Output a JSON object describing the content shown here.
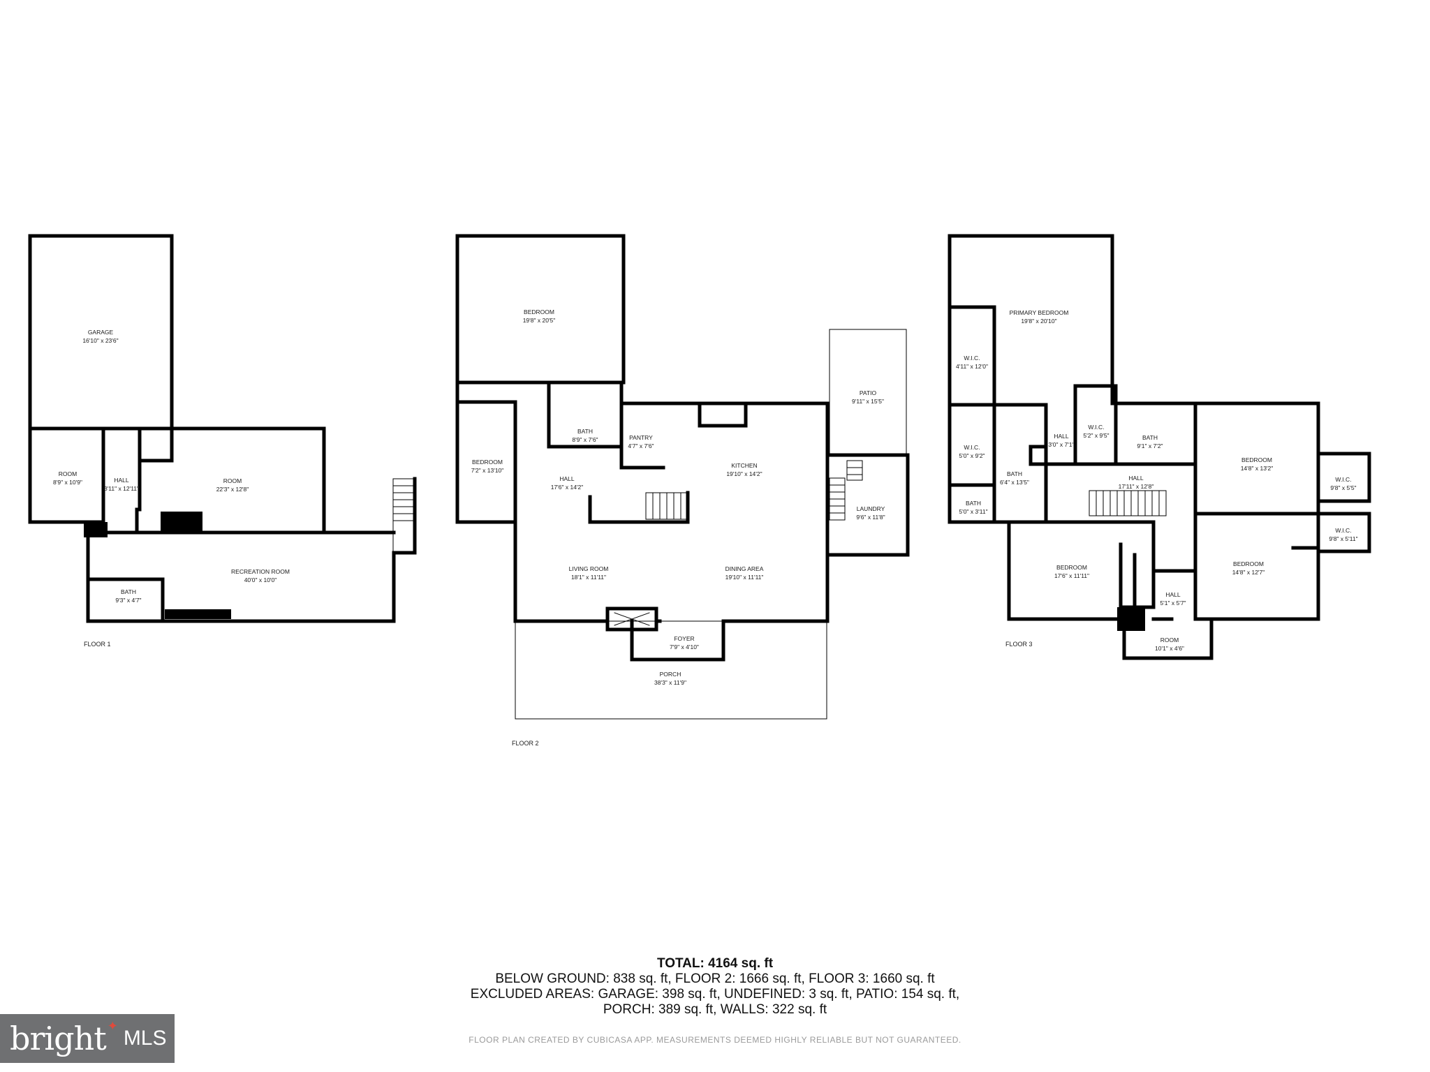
{
  "floors": [
    {
      "label": "FLOOR 1",
      "rooms": [
        {
          "name": "GARAGE",
          "dims": "16'10\" x 23'6\""
        },
        {
          "name": "ROOM",
          "dims": "8'9\" x 10'9\""
        },
        {
          "name": "HALL",
          "dims": "3'11\" x 12'11\""
        },
        {
          "name": "ROOM",
          "dims": "22'3\" x 12'8\""
        },
        {
          "name": "RECREATION ROOM",
          "dims": "40'0\" x 10'0\""
        },
        {
          "name": "BATH",
          "dims": "9'3\" x 4'7\""
        }
      ]
    },
    {
      "label": "FLOOR 2",
      "rooms": [
        {
          "name": "BEDROOM",
          "dims": "19'8\" x 20'5\""
        },
        {
          "name": "BEDROOM",
          "dims": "7'2\" x 13'10\""
        },
        {
          "name": "BATH",
          "dims": "8'9\" x 7'6\""
        },
        {
          "name": "PANTRY",
          "dims": "4'7\" x 7'6\""
        },
        {
          "name": "HALL",
          "dims": "17'6\" x 14'2\""
        },
        {
          "name": "KITCHEN",
          "dims": "19'10\" x 14'2\""
        },
        {
          "name": "PATIO",
          "dims": "9'11\" x 15'5\""
        },
        {
          "name": "LAUNDRY",
          "dims": "9'6\" x 11'8\""
        },
        {
          "name": "LIVING ROOM",
          "dims": "18'1\" x 11'11\""
        },
        {
          "name": "DINING AREA",
          "dims": "19'10\" x 11'11\""
        },
        {
          "name": "FOYER",
          "dims": "7'9\" x 4'10\""
        },
        {
          "name": "PORCH",
          "dims": "38'3\" x 11'9\""
        }
      ]
    },
    {
      "label": "FLOOR 3",
      "rooms": [
        {
          "name": "PRIMARY BEDROOM",
          "dims": "19'8\" x 20'10\""
        },
        {
          "name": "W.I.C.",
          "dims": "4'11\" x 12'0\""
        },
        {
          "name": "W.I.C.",
          "dims": "5'0\" x 9'2\""
        },
        {
          "name": "BATH",
          "dims": "6'4\" x 13'5\""
        },
        {
          "name": "BATH",
          "dims": "5'0\" x 3'11\""
        },
        {
          "name": "HALL",
          "dims": "3'0\" x 7'1\""
        },
        {
          "name": "W.I.C.",
          "dims": "5'2\" x 9'5\""
        },
        {
          "name": "BATH",
          "dims": "9'1\" x 7'2\""
        },
        {
          "name": "HALL",
          "dims": "17'11\" x 12'8\""
        },
        {
          "name": "BEDROOM",
          "dims": "14'8\" x 13'2\""
        },
        {
          "name": "W.I.C.",
          "dims": "9'8\" x 5'5\""
        },
        {
          "name": "W.I.C.",
          "dims": "9'8\" x 5'11\""
        },
        {
          "name": "BEDROOM",
          "dims": "17'6\" x 11'11\""
        },
        {
          "name": "BEDROOM",
          "dims": "14'8\" x 12'7\""
        },
        {
          "name": "HALL",
          "dims": "5'1\" x 5'7\""
        },
        {
          "name": "ROOM",
          "dims": "10'1\" x 4'6\""
        }
      ]
    }
  ],
  "totals": {
    "total": "TOTAL: 4164 sq. ft",
    "line1": "BELOW GROUND: 838 sq. ft, FLOOR 2: 1666 sq. ft, FLOOR 3: 1660 sq. ft",
    "line2": "EXCLUDED AREAS: GARAGE: 398 sq. ft, UNDEFINED: 3 sq. ft, PATIO: 154 sq. ft,",
    "line3": "PORCH: 389 sq. ft, WALLS: 322 sq. ft"
  },
  "credit": "FLOOR PLAN CREATED BY CUBICASA APP. MEASUREMENTS DEEMED HIGHLY RELIABLE BUT NOT GUARANTEED.",
  "logo": {
    "brand": "bright",
    "suffix": "MLS"
  },
  "colors": {
    "wall": "#000000",
    "background": "#ffffff",
    "logo_bg": "#6f7072",
    "logo_star": "#e04a3c"
  }
}
